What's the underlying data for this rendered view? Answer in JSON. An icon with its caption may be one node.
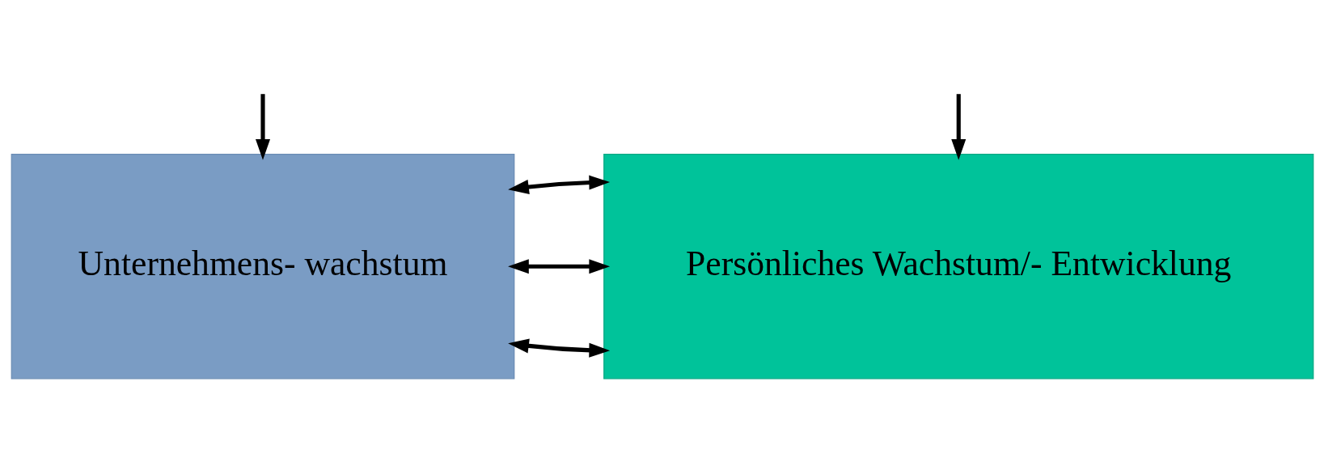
{
  "diagram": {
    "nodes": [
      {
        "text": [
          "Unternehmens- wachstum"
        ]
      },
      {
        "text": [
          "Persönliches Wachstum/- Entwicklung"
        ]
      }
    ],
    "edges": [
      {
        "from": null,
        "to": 0,
        "arrow": "to"
      },
      {
        "from": null,
        "to": 1,
        "arrow": "to"
      },
      {
        "from": 0,
        "to": 1,
        "arrow": "both"
      },
      {
        "from": 0,
        "to": 1,
        "arrow": "both"
      },
      {
        "from": 0,
        "to": 1,
        "arrow": "both"
      }
    ]
  }
}
